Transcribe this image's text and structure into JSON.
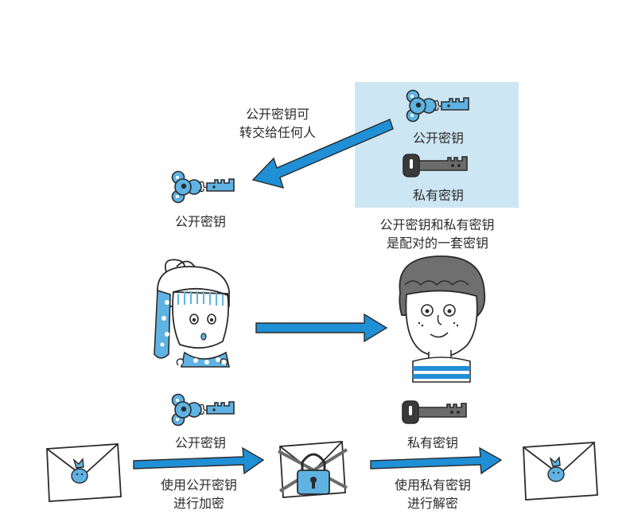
{
  "labels": {
    "share_caption_line1": "公开密钥可",
    "share_caption_line2": "转交给任何人",
    "panel_public_key": "公开密钥",
    "panel_private_key": "私有密钥",
    "received_public_key": "公开密钥",
    "pair_caption_line1": "公开密钥和私有密钥",
    "pair_caption_line2": "是配对的一套密钥",
    "encrypt_public_key": "公开密钥",
    "decrypt_private_key": "私有密钥",
    "encrypt_caption_line1": "使用公开密钥",
    "encrypt_caption_line2": "进行加密",
    "decrypt_caption_line1": "使用私有密钥",
    "decrypt_caption_line2": "进行解密"
  },
  "colors": {
    "arrow_blue": "#1f8fd6",
    "public_key_blue": "#5fb3e3",
    "private_key_dark": "#3a3a3a",
    "panel_bg": "#cde6f3",
    "outline": "#2b2b2b"
  },
  "icons": [
    "public-key-icon",
    "private-key-icon",
    "envelope-icon",
    "locked-envelope-icon",
    "girl-character",
    "boy-character"
  ]
}
